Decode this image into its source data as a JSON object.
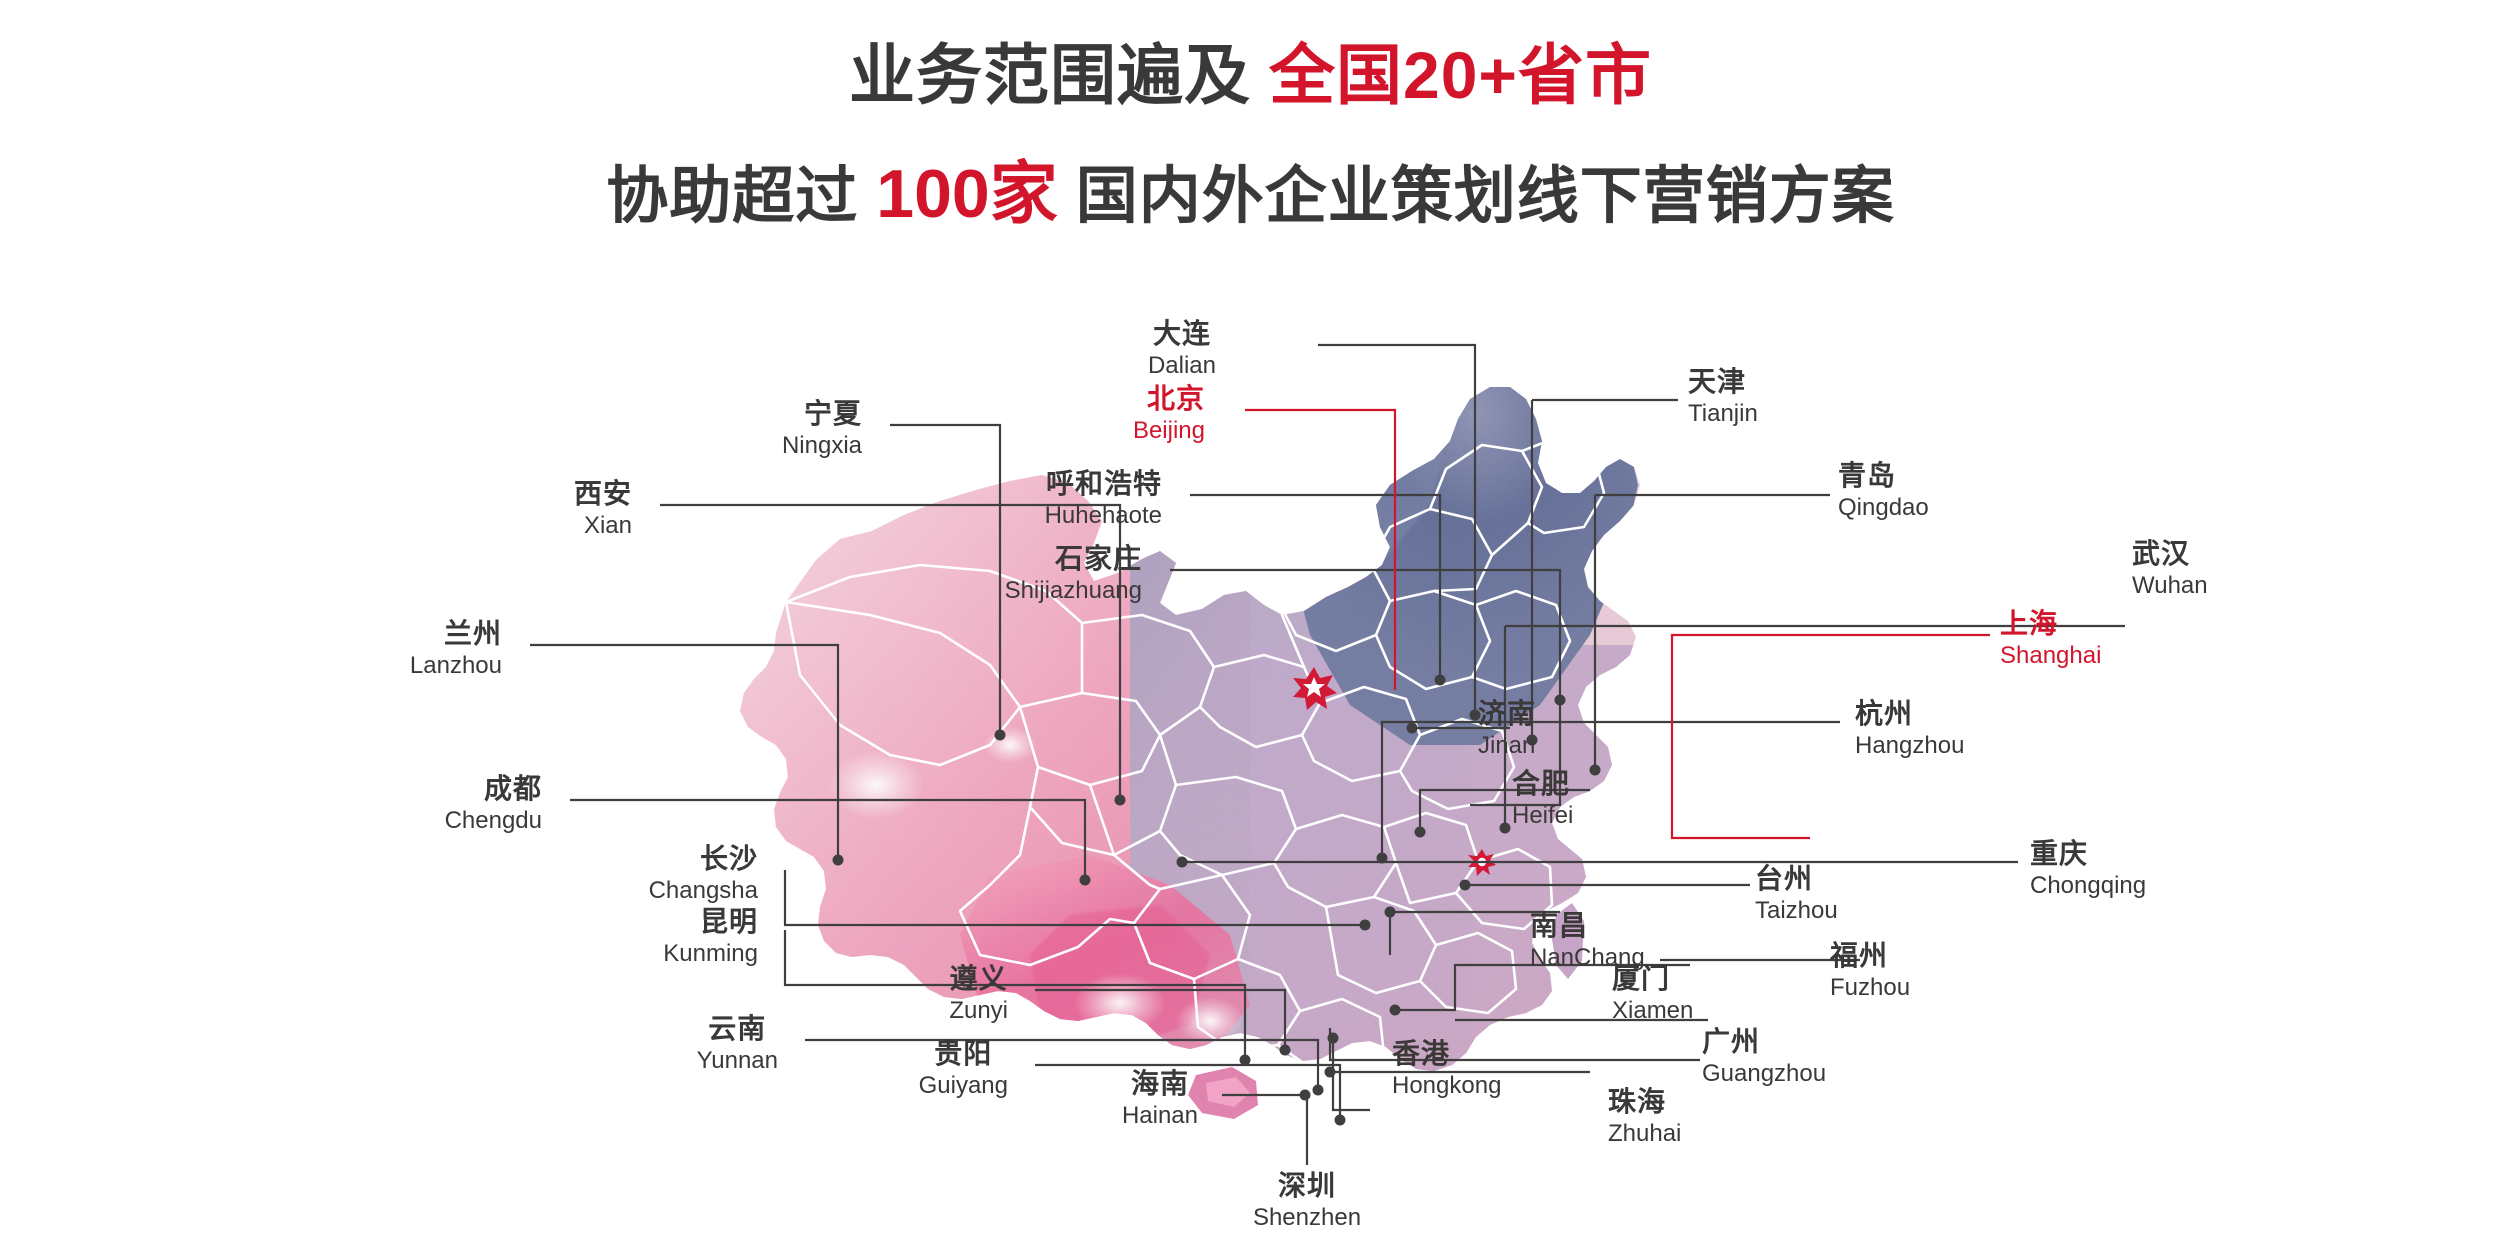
{
  "headline": {
    "line1_black": "业务范围遍及",
    "line1_red": "全国20+省市",
    "line2_black_a": "协助超过",
    "line2_red": "100家",
    "line2_black_b": "国内外企业策划线下营销方案"
  },
  "colors": {
    "accent_red": "#d3152c",
    "marker_red": "#d21a36",
    "text_dark": "#3b3838",
    "leader_line": "#3f3f3f",
    "leader_line_hot": "#d3152c",
    "map_northeast_blue": "#5e6a94",
    "map_mid_mauve": "#b9a9c4",
    "map_southwest_pink": "#f0a9c0",
    "map_west_pale": "#f6dbe4",
    "background": "#ffffff"
  },
  "map": {
    "title": "China provinces watercolor map",
    "highlight_markers": [
      {
        "name": "Beijing",
        "shape": "star-badge"
      },
      {
        "name": "Shanghai",
        "shape": "star-badge-small"
      }
    ]
  },
  "labels": [
    {
      "id": "dalian",
      "cn": "大连",
      "en": "Dalian",
      "side": "center",
      "highlight": false
    },
    {
      "id": "beijing",
      "cn": "北京",
      "en": "Beijing",
      "side": "left",
      "highlight": true
    },
    {
      "id": "ningxia",
      "cn": "宁夏",
      "en": "Ningxia",
      "side": "left",
      "highlight": false
    },
    {
      "id": "xian",
      "cn": "西安",
      "en": "Xian",
      "side": "left",
      "highlight": false
    },
    {
      "id": "huhehaote",
      "cn": "呼和浩特",
      "en": "Huhehaote",
      "side": "left",
      "highlight": false
    },
    {
      "id": "shijiazhuang",
      "cn": "石家庄",
      "en": "Shijiazhuang",
      "side": "left",
      "highlight": false
    },
    {
      "id": "lanzhou",
      "cn": "兰州",
      "en": "Lanzhou",
      "side": "left",
      "highlight": false
    },
    {
      "id": "chengdu",
      "cn": "成都",
      "en": "Chengdu",
      "side": "left",
      "highlight": false
    },
    {
      "id": "changsha",
      "cn": "长沙",
      "en": "Changsha",
      "side": "left",
      "highlight": false
    },
    {
      "id": "kunming",
      "cn": "昆明",
      "en": "Kunming",
      "side": "left",
      "highlight": false
    },
    {
      "id": "zunyi",
      "cn": "遵义",
      "en": "Zunyi",
      "side": "center",
      "highlight": false
    },
    {
      "id": "yunnan",
      "cn": "云南",
      "en": "Yunnan",
      "side": "center",
      "highlight": false
    },
    {
      "id": "guiyang",
      "cn": "贵阳",
      "en": "Guiyang",
      "side": "center",
      "highlight": false
    },
    {
      "id": "hainan",
      "cn": "海南",
      "en": "Hainan",
      "side": "center",
      "highlight": false
    },
    {
      "id": "shenzhen",
      "cn": "深圳",
      "en": "Shenzhen",
      "side": "center",
      "highlight": false
    },
    {
      "id": "hongkong",
      "cn": "香港",
      "en": "Hongkong",
      "side": "right",
      "highlight": false
    },
    {
      "id": "zhuhai",
      "cn": "珠海",
      "en": "Zhuhai",
      "side": "right",
      "highlight": false
    },
    {
      "id": "guangzhou",
      "cn": "广州",
      "en": "Guangzhou",
      "side": "right",
      "highlight": false
    },
    {
      "id": "xiamen",
      "cn": "厦门",
      "en": "Xiamen",
      "side": "right",
      "highlight": false
    },
    {
      "id": "nanchang",
      "cn": "南昌",
      "en": "NanChang",
      "side": "right",
      "highlight": false
    },
    {
      "id": "fuzhou",
      "cn": "福州",
      "en": "Fuzhou",
      "side": "right",
      "highlight": false
    },
    {
      "id": "taizhou",
      "cn": "台州",
      "en": "Taizhou",
      "side": "right",
      "highlight": false
    },
    {
      "id": "chongqing",
      "cn": "重庆",
      "en": "Chongqing",
      "side": "right",
      "highlight": false
    },
    {
      "id": "hangzhou",
      "cn": "杭州",
      "en": "Hangzhou",
      "side": "right",
      "highlight": false
    },
    {
      "id": "heifei",
      "cn": "合肥",
      "en": "Heifei",
      "side": "right",
      "highlight": false
    },
    {
      "id": "jinan",
      "cn": "济南",
      "en": "Jinan",
      "side": "right",
      "highlight": false
    },
    {
      "id": "shanghai",
      "cn": "上海",
      "en": "Shanghai",
      "side": "right",
      "highlight": true
    },
    {
      "id": "wuhan",
      "cn": "武汉",
      "en": "Wuhan",
      "side": "right",
      "highlight": false
    },
    {
      "id": "qingdao",
      "cn": "青岛",
      "en": "Qingdao",
      "side": "right",
      "highlight": false
    },
    {
      "id": "tianjin",
      "cn": "天津",
      "en": "Tianjin",
      "side": "right",
      "highlight": false
    }
  ]
}
